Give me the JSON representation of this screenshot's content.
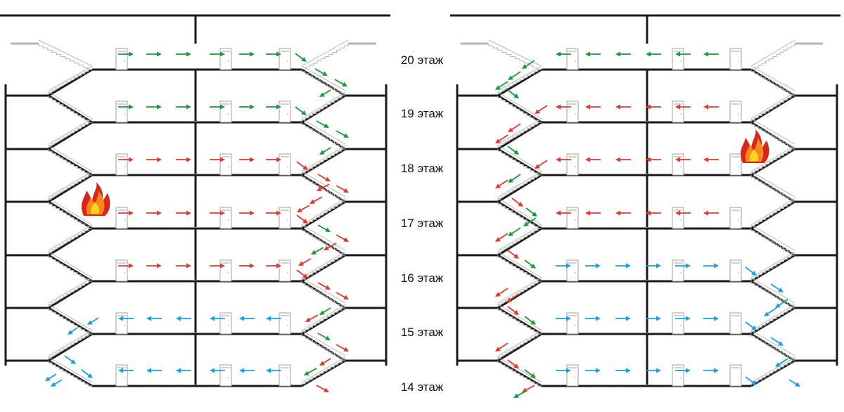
{
  "floors": [
    {
      "label": "20 этаж"
    },
    {
      "label": "19 этаж"
    },
    {
      "label": "18 этаж"
    },
    {
      "label": "17 этаж"
    },
    {
      "label": "16 этаж"
    },
    {
      "label": "15 этаж"
    },
    {
      "label": "14 этаж"
    }
  ],
  "colors": {
    "structure": "#1a1a1a",
    "stair": "#b5b5b5",
    "door": "#a0a0a0",
    "safe_route": "#1a9a3c",
    "smoke_route": "#e03a2f",
    "downward_route": "#1aa0e0",
    "fire_red": "#d8261b",
    "fire_orange": "#f5891f",
    "fire_yellow": "#ffd21f"
  },
  "legend_note": "",
  "sections": [
    {
      "id": "left-section",
      "fire_floor": "17 этаж",
      "corridor_flow": [
        {
          "floor": "20 этаж",
          "route": "safe_route",
          "direction": "right"
        },
        {
          "floor": "19 этаж",
          "route": "safe_route",
          "direction": "right"
        },
        {
          "floor": "18 этаж",
          "route": "smoke_route",
          "direction": "right"
        },
        {
          "floor": "17 этаж",
          "route": "smoke_route",
          "direction": "right"
        },
        {
          "floor": "16 этаж",
          "route": "smoke_route",
          "direction": "right"
        },
        {
          "floor": "15 этаж",
          "route": "downward_route",
          "direction": "left"
        },
        {
          "floor": "14 этаж",
          "route": "downward_route",
          "direction": "left"
        }
      ]
    },
    {
      "id": "right-section",
      "fire_floor": "18 этаж",
      "corridor_flow": [
        {
          "floor": "20 этаж",
          "route": "safe_route",
          "direction": "left"
        },
        {
          "floor": "19 этаж",
          "route": "smoke_route",
          "direction": "left"
        },
        {
          "floor": "18 этаж",
          "route": "smoke_route",
          "direction": "left"
        },
        {
          "floor": "17 этаж",
          "route": "smoke_route",
          "direction": "left"
        },
        {
          "floor": "16 этаж",
          "route": "downward_route",
          "direction": "right"
        },
        {
          "floor": "15 этаж",
          "route": "downward_route",
          "direction": "right"
        },
        {
          "floor": "14 этаж",
          "route": "downward_route",
          "direction": "right"
        }
      ]
    }
  ]
}
